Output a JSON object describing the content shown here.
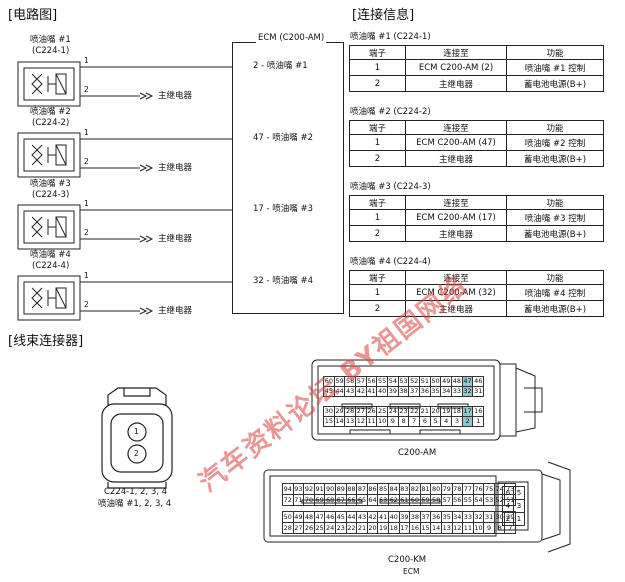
{
  "circuit_header": "[电路图]",
  "info_header": "[连接信息]",
  "harness_header": "[线束连接器]",
  "ecm_label": "ECM (C200-AM)",
  "relay_label": "主继电器",
  "pin_numbers": {
    "one": "1",
    "two": "2"
  },
  "injectors": [
    {
      "name": "喷油嘴 #1",
      "code": "(C224-1)",
      "ecm_text": "2 - 喷油嘴 #1"
    },
    {
      "name": "喷油嘴 #2",
      "code": "(C224-2)",
      "ecm_text": "47 - 喷油嘴 #2"
    },
    {
      "name": "喷油嘴 #3",
      "code": "(C224-3)",
      "ecm_text": "17 - 喷油嘴 #3"
    },
    {
      "name": "喷油嘴 #4",
      "code": "(C224-4)",
      "ecm_text": "32 - 喷油嘴 #4"
    }
  ],
  "tables": [
    {
      "title": "喷油嘴 #1 (C224-1)",
      "headers": [
        "端子",
        "连接至",
        "功能"
      ],
      "rows": [
        [
          "1",
          "ECM C200-AM (2)",
          "喷油嘴 #1 控制"
        ],
        [
          "2",
          "主继电器",
          "蓄电池电源(B+)"
        ]
      ]
    },
    {
      "title": "喷油嘴 #2 (C224-2)",
      "headers": [
        "端子",
        "连接至",
        "功能"
      ],
      "rows": [
        [
          "1",
          "ECM C200-AM (47)",
          "喷油嘴 #2 控制"
        ],
        [
          "2",
          "主继电器",
          "蓄电池电源(B+)"
        ]
      ]
    },
    {
      "title": "喷油嘴 #3 (C224-3)",
      "headers": [
        "端子",
        "连接至",
        "功能"
      ],
      "rows": [
        [
          "1",
          "ECM C200-AM (17)",
          "喷油嘴 #3 控制"
        ],
        [
          "2",
          "主继电器",
          "蓄电池电源(B+)"
        ]
      ]
    },
    {
      "title": "喷油嘴 #4 (C224-4)",
      "headers": [
        "端子",
        "连接至",
        "功能"
      ],
      "rows": [
        [
          "1",
          "ECM C200-AM (32)",
          "喷油嘴 #4 控制"
        ],
        [
          "2",
          "主继电器",
          "蓄电池电源(B+)"
        ]
      ]
    }
  ],
  "injector_connector": {
    "label1": "C224-1, 2, 3, 4",
    "label2": "喷油嘴 #1, 2, 3, 4",
    "pin1": "1",
    "pin2": "2"
  },
  "am_connector": {
    "label": "C200-AM",
    "row1": [
      "60",
      "59",
      "58",
      "57",
      "56",
      "55",
      "54",
      "53",
      "52",
      "51",
      "50",
      "49",
      "48",
      "47",
      "46"
    ],
    "row2": [
      "45",
      "44",
      "43",
      "42",
      "41",
      "40",
      "39",
      "38",
      "37",
      "36",
      "35",
      "34",
      "33",
      "32",
      "31"
    ],
    "row3": [
      "30",
      "29",
      "28",
      "27",
      "26",
      "25",
      "24",
      "23",
      "22",
      "21",
      "20",
      "19",
      "18",
      "17",
      "16"
    ],
    "row4": [
      "15",
      "14",
      "13",
      "12",
      "11",
      "10",
      "9",
      "8",
      "7",
      "6",
      "5",
      "4",
      "3",
      "2",
      "1"
    ],
    "highlight_color": "#8ec9cc"
  },
  "km_connector": {
    "label": "C200-KM",
    "sub_label": "ECM",
    "row1": [
      "94",
      "93",
      "92",
      "91",
      "90",
      "89",
      "88",
      "87",
      "86",
      "85",
      "84",
      "83",
      "82",
      "81",
      "80",
      "79",
      "78",
      "77",
      "76",
      "75",
      "74",
      "73"
    ],
    "row2": [
      "72",
      "71",
      "70",
      "69",
      "68",
      "67",
      "66",
      "65",
      "64",
      "63",
      "62",
      "61",
      "60",
      "59",
      "58",
      "57",
      "56",
      "55",
      "54",
      "53",
      "52",
      "51"
    ],
    "row3": [
      "50",
      "49",
      "48",
      "47",
      "46",
      "45",
      "44",
      "43",
      "42",
      "41",
      "40",
      "39",
      "38",
      "37",
      "36",
      "35",
      "34",
      "33",
      "32",
      "31",
      "30",
      "29"
    ],
    "row4": [
      "28",
      "27",
      "26",
      "25",
      "24",
      "23",
      "22",
      "21",
      "20",
      "19",
      "18",
      "17",
      "16",
      "15",
      "14",
      "13",
      "12",
      "11",
      "10",
      "9",
      "8",
      "7"
    ],
    "side": [
      [
        "6",
        "5"
      ],
      [
        "4",
        "3"
      ],
      [
        "2",
        "1"
      ]
    ]
  },
  "watermark": "汽车资料论坛 BY祖国网络"
}
